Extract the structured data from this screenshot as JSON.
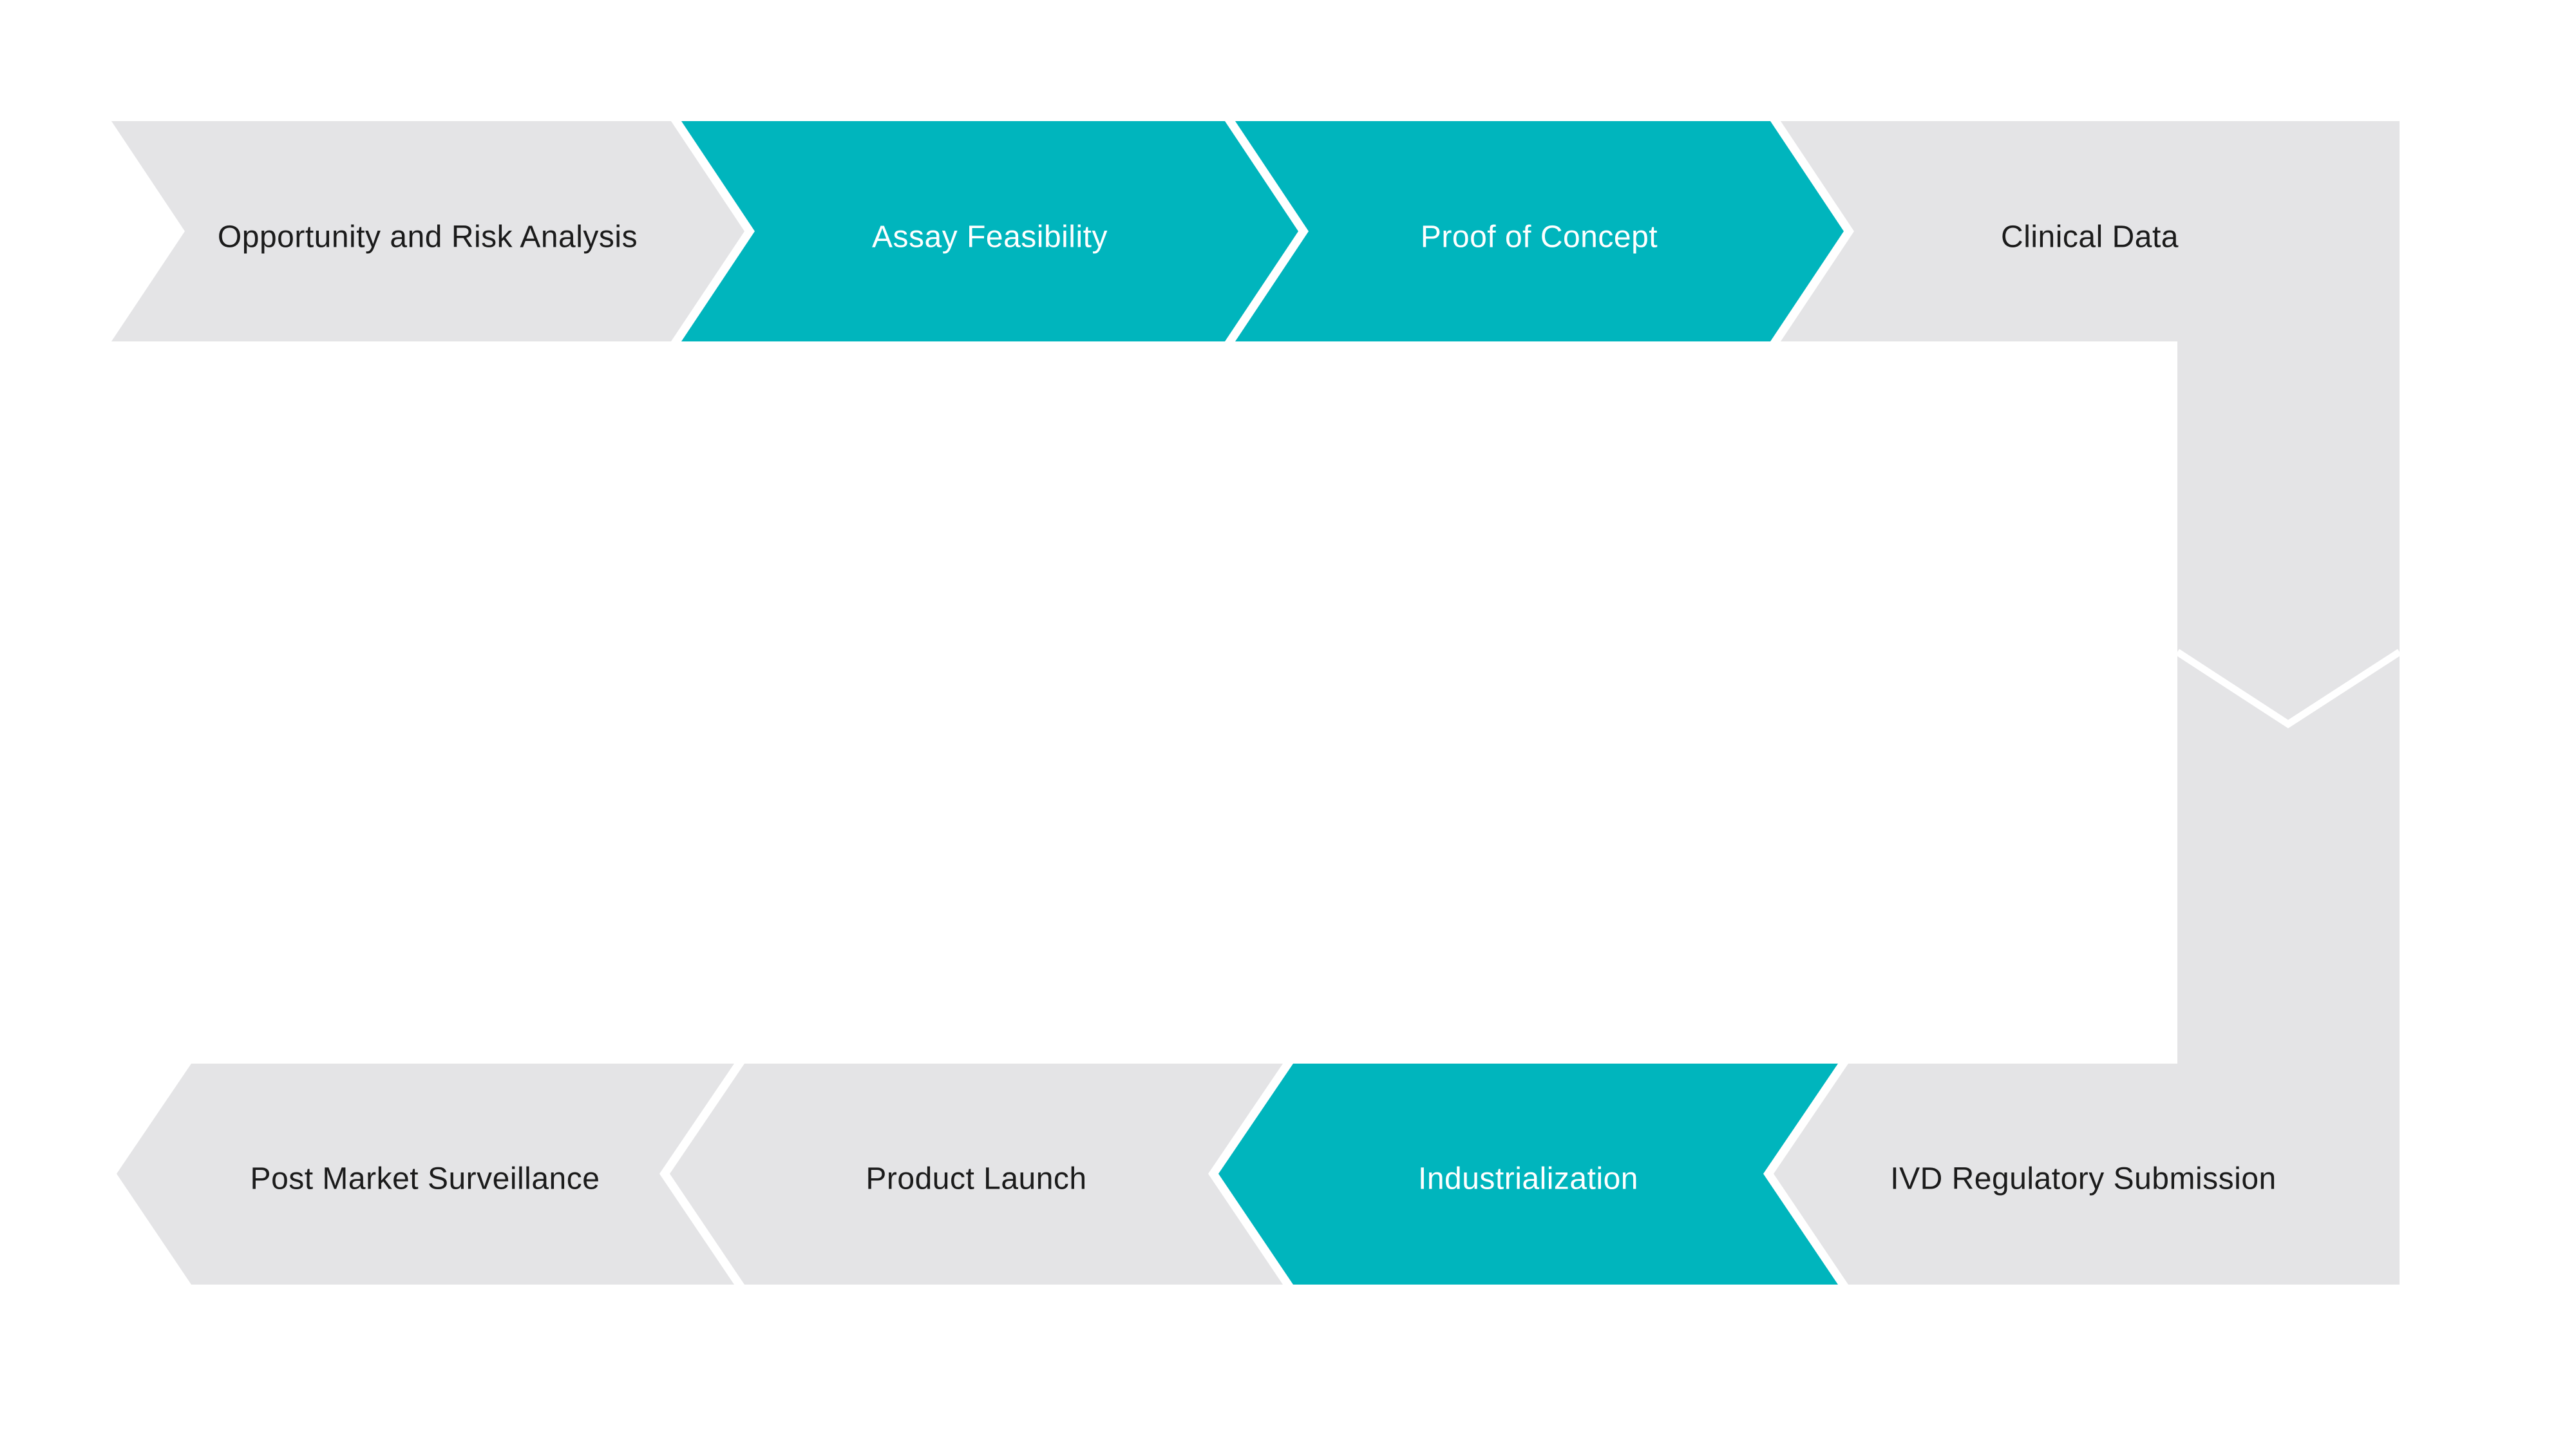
{
  "diagram": {
    "type": "process-flow",
    "description": "IVD product development process flow, U-shaped chevron sequence",
    "flow": {
      "top_row_direction": "left-to-right",
      "bottom_row_direction": "right-to-left",
      "connector": "down-chevron"
    },
    "stages": {
      "top": [
        {
          "label": "Opportunity and Risk Analysis",
          "highlighted": false
        },
        {
          "label": "Assay Feasibility",
          "highlighted": true
        },
        {
          "label": "Proof of Concept",
          "highlighted": true
        },
        {
          "label": "Clinical Data",
          "highlighted": false
        }
      ],
      "bottom": [
        {
          "label": "IVD Regulatory Submission",
          "highlighted": false
        },
        {
          "label": "Industrialization",
          "highlighted": true
        },
        {
          "label": "Product Launch",
          "highlighted": false
        },
        {
          "label": "Post Market Surveillance",
          "highlighted": false
        }
      ]
    }
  },
  "colors": {
    "stage_gray": "#e4e4e6",
    "stage_teal": "#00b5bd",
    "text_dark": "#1b1b1b",
    "text_light": "#ffffff",
    "connector_white": "#ffffff",
    "page_background": "#ffffff"
  }
}
